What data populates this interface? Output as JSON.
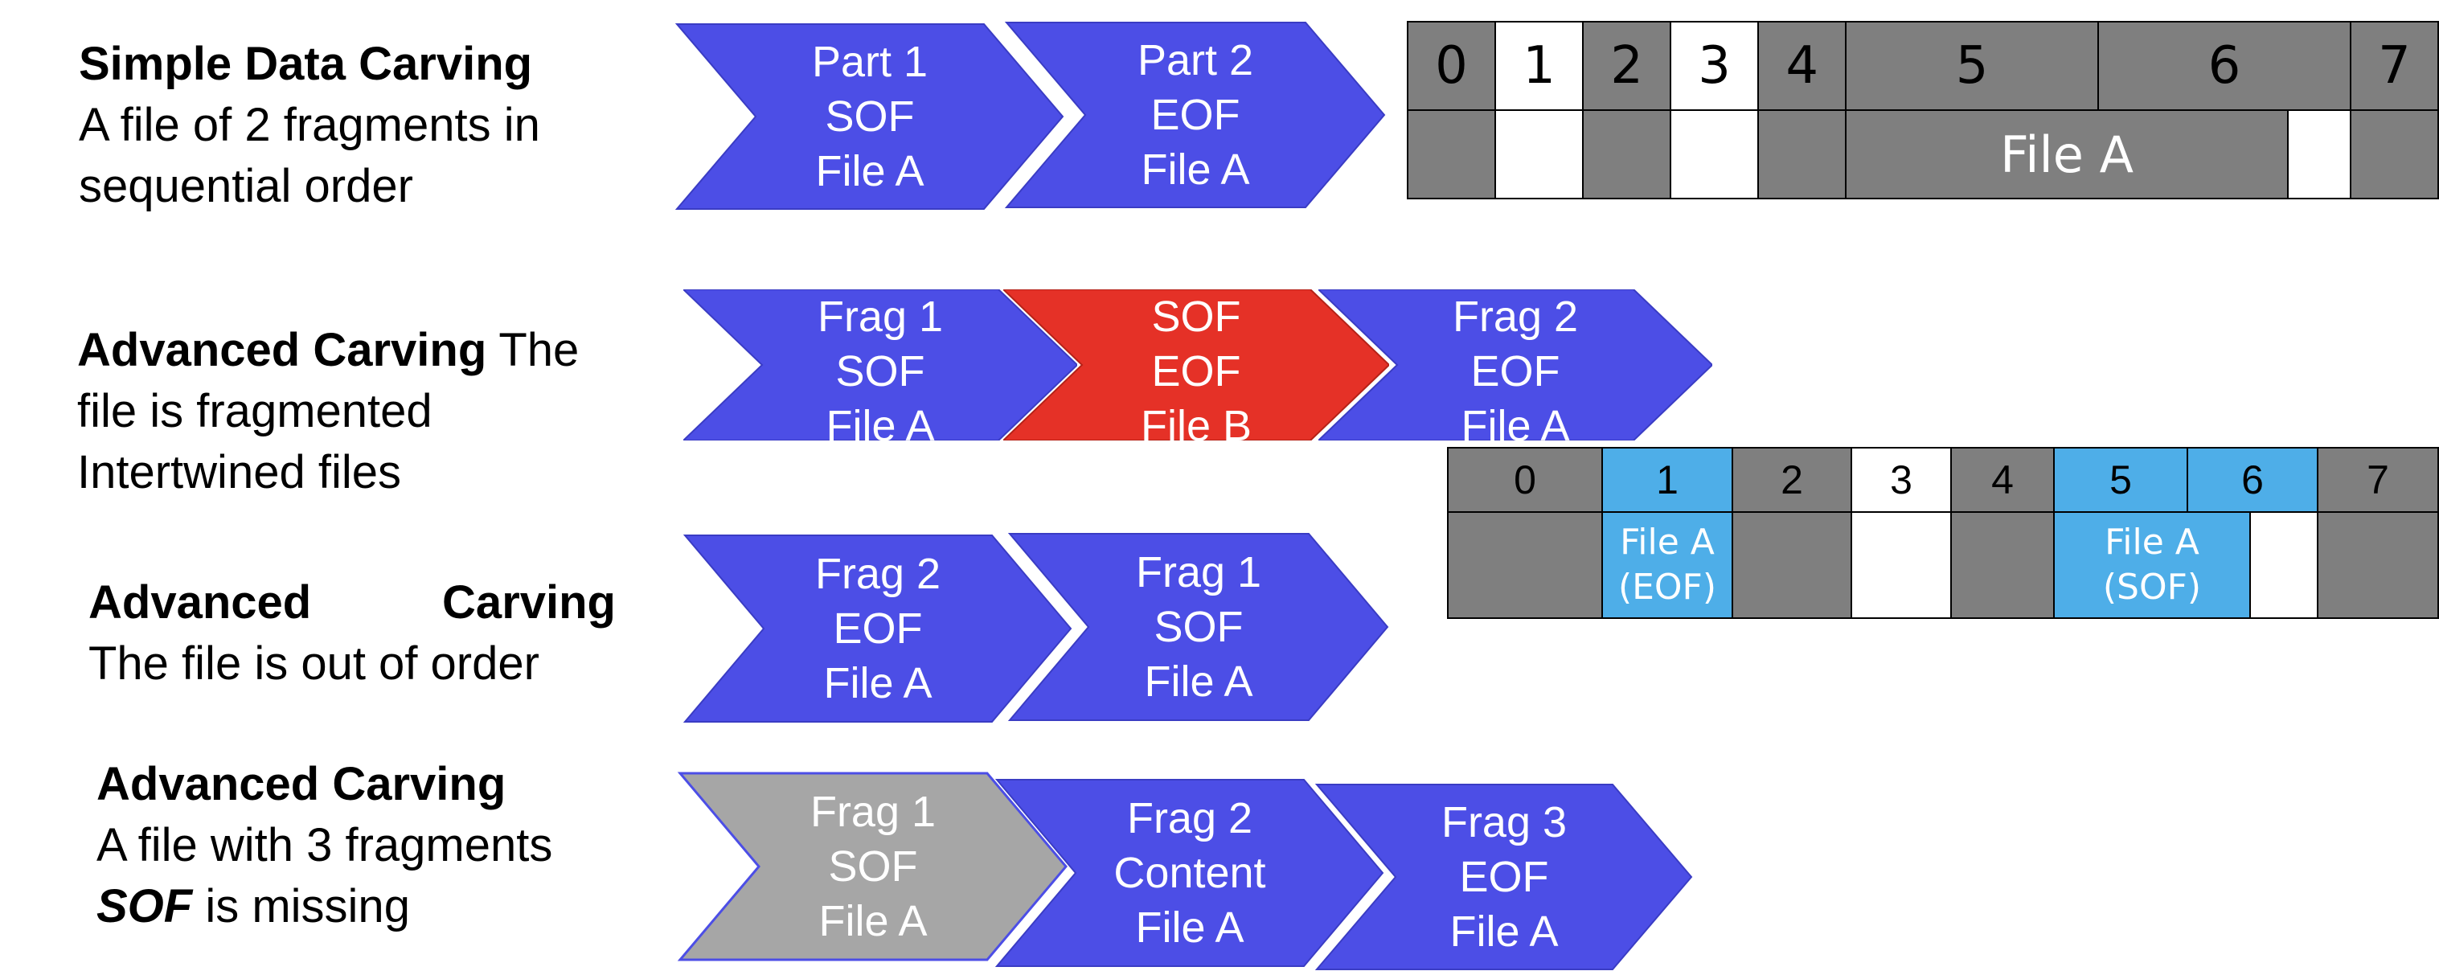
{
  "rows": [
    {
      "id": "simple",
      "desc": {
        "title": "Simple Data Carving",
        "line2": "A file of 2 fragments in",
        "line3": "sequential order"
      },
      "chevrons": [
        {
          "lines": [
            "Part 1",
            "SOF",
            "File A"
          ],
          "color": "#4c4ee6"
        },
        {
          "lines": [
            "Part 2",
            "EOF",
            "File A"
          ],
          "color": "#4c4ee6"
        }
      ]
    },
    {
      "id": "intertwined",
      "desc": {
        "title": "Advanced Carving",
        "title_rest": " The",
        "line2": "file is fragmented",
        "line3": "Intertwined files"
      },
      "chevrons": [
        {
          "lines": [
            "Frag 1",
            "SOF",
            "File A"
          ],
          "color": "#4c4ee6"
        },
        {
          "lines": [
            "SOF",
            "EOF",
            "File B"
          ],
          "color": "#e53127"
        },
        {
          "lines": [
            "Frag 2",
            "EOF",
            "File A"
          ],
          "color": "#4c4ee6"
        }
      ]
    },
    {
      "id": "out-of-order",
      "desc": {
        "title_word1": "Advanced",
        "title_word2": "Carving",
        "line2": "The file is out of order"
      },
      "chevrons": [
        {
          "lines": [
            "Frag 2",
            "EOF",
            "File A"
          ],
          "color": "#4c4ee6"
        },
        {
          "lines": [
            "Frag 1",
            "SOF",
            "File A"
          ],
          "color": "#4c4ee6"
        }
      ]
    },
    {
      "id": "missing",
      "desc": {
        "title": "Advanced Carving",
        "line2": "A file with 3 fragments",
        "line3_bold": "SOF",
        "line3_rest": " is missing"
      },
      "chevrons": [
        {
          "lines": [
            "Frag 1",
            "SOF",
            "File A"
          ],
          "color": "#a6a6a6"
        },
        {
          "lines": [
            "Frag 2",
            "Content",
            "File A"
          ],
          "color": "#4c4ee6"
        },
        {
          "lines": [
            "Frag 3",
            "EOF",
            "File A"
          ],
          "color": "#4c4ee6"
        }
      ]
    }
  ],
  "disk_top": {
    "blocks": [
      "0",
      "1",
      "2",
      "3",
      "4",
      "5",
      "6",
      "7"
    ],
    "file_label": "File A"
  },
  "disk_mid": {
    "blocks": [
      "0",
      "1",
      "2",
      "3",
      "4",
      "5",
      "6",
      "7"
    ],
    "frag_eof_label": "File A",
    "frag_eof_sub": "(EOF)",
    "frag_sof_label": "File A",
    "frag_sof_sub": "(SOF)"
  },
  "colors": {
    "blue_arrow": "#4c4ee6",
    "red_arrow": "#e53127",
    "gray_arrow": "#a6a6a6",
    "disk_gray": "#7f7f7f",
    "disk_blue": "#4eaee8"
  }
}
